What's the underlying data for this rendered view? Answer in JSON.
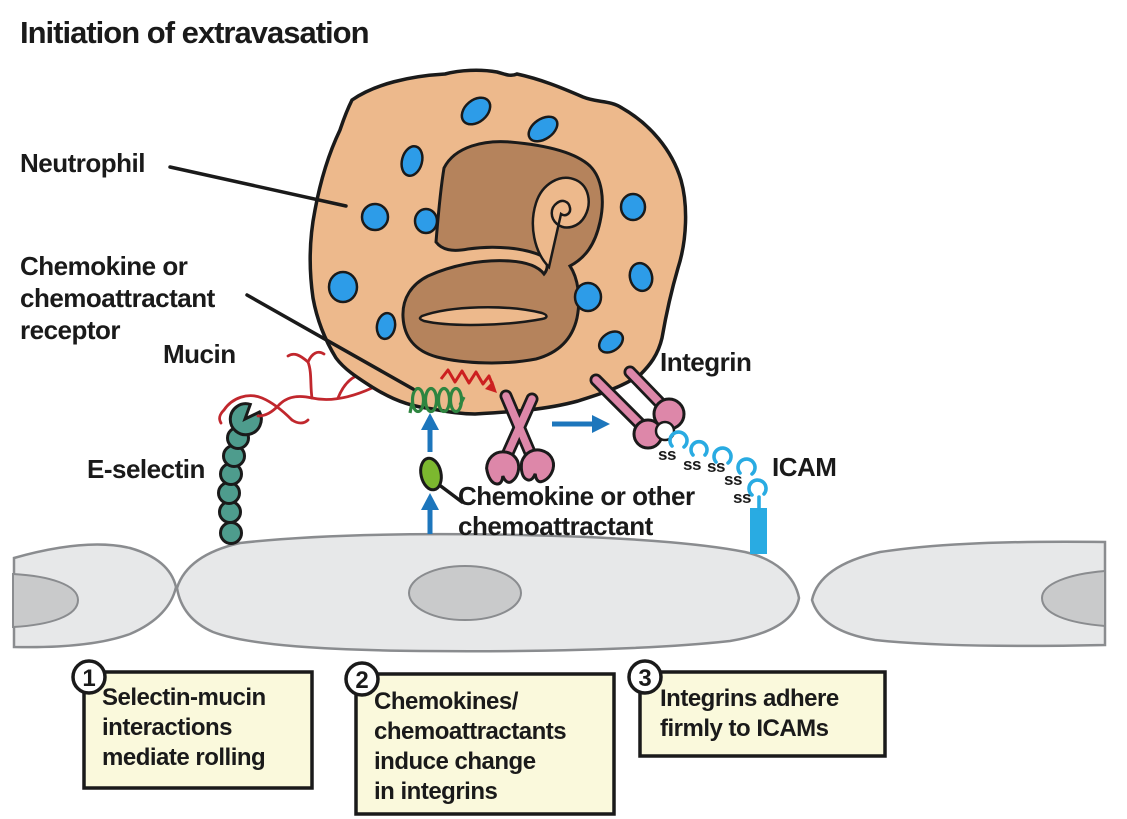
{
  "title": "Initiation of extravasation",
  "labels": {
    "neutrophil": "Neutrophil",
    "receptor": [
      "Chemokine or",
      "chemoattractant",
      "receptor"
    ],
    "mucin": "Mucin",
    "e_selectin": "E-selectin",
    "integrin": "Integrin",
    "icam": "ICAM",
    "chemoattractant": [
      "Chemokine or other",
      "chemoattractant"
    ],
    "disulfide_bond": "ss"
  },
  "steps": [
    {
      "number": "1",
      "lines": [
        "Selectin-mucin",
        "interactions",
        "mediate rolling"
      ]
    },
    {
      "number": "2",
      "lines": [
        "Chemokines/",
        "chemoattractants",
        "induce change",
        "in integrins"
      ]
    },
    {
      "number": "3",
      "lines": [
        "Integrins adhere",
        "firmly to ICAMs"
      ]
    }
  ],
  "colors": {
    "background": "#FFFFFF",
    "outline": "#1A1A1A",
    "neutrophil_cytoplasm": "#EDB98C",
    "neutrophil_nucleus": "#B5835C",
    "granule_blue": "#2D9CE8",
    "endothelium_fill": "#E7E8E9",
    "endothelium_nucleus": "#C9CACB",
    "endothelium_outline": "#8A8C8F",
    "e_selectin_teal": "#4E9C8D",
    "mucin_red": "#C1272D",
    "receptor_green": "#2E8540",
    "chemokine_green": "#7CB82F",
    "integrin_pink": "#DD87A9",
    "icam_blue": "#29ABE2",
    "arrow_blue": "#1D76BC",
    "zigzag_red": "#CC2020",
    "step_box_fill": "#FAF9DC"
  }
}
